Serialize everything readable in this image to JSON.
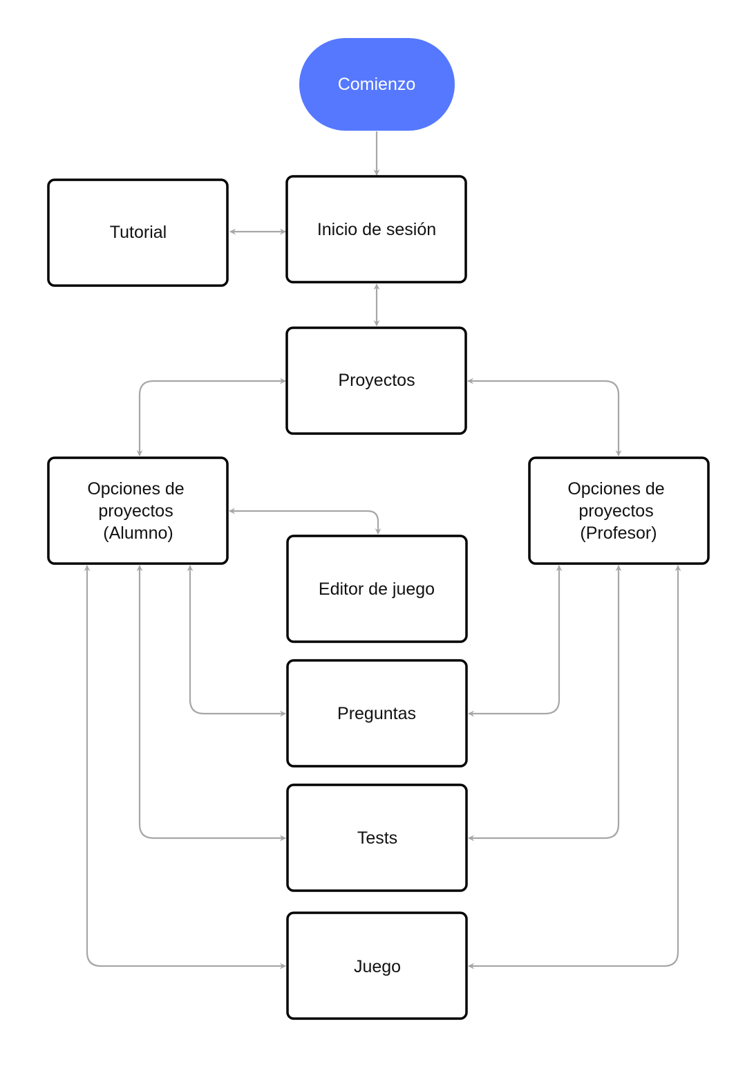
{
  "nodes": {
    "comienzo": {
      "label": "Comienzo",
      "color": "#5578ff",
      "shape": "rounded-pill"
    },
    "tutorial": {
      "label": "Tutorial"
    },
    "inicio_sesion": {
      "label": "Inicio de sesión"
    },
    "proyectos": {
      "label": "Proyectos"
    },
    "opciones_alumno": {
      "lines": [
        "Opciones de",
        "proyectos",
        "(Alumno)"
      ]
    },
    "opciones_profesor": {
      "lines": [
        "Opciones de",
        "proyectos",
        "(Profesor)"
      ]
    },
    "editor_juego": {
      "label": "Editor de juego"
    },
    "preguntas": {
      "label": "Preguntas"
    },
    "tests": {
      "label": "Tests"
    },
    "juego": {
      "label": "Juego"
    }
  },
  "edges": [
    {
      "from": "comienzo",
      "to": "inicio_sesion",
      "direction": "one-way"
    },
    {
      "from": "tutorial",
      "to": "inicio_sesion",
      "direction": "both"
    },
    {
      "from": "inicio_sesion",
      "to": "proyectos",
      "direction": "both"
    },
    {
      "from": "proyectos",
      "to": "opciones_alumno",
      "direction": "both"
    },
    {
      "from": "proyectos",
      "to": "opciones_profesor",
      "direction": "both"
    },
    {
      "from": "opciones_alumno",
      "to": "editor_juego",
      "direction": "both"
    },
    {
      "from": "opciones_alumno",
      "to": "preguntas",
      "direction": "both"
    },
    {
      "from": "opciones_alumno",
      "to": "tests",
      "direction": "both"
    },
    {
      "from": "opciones_alumno",
      "to": "juego",
      "direction": "both"
    },
    {
      "from": "opciones_profesor",
      "to": "preguntas",
      "direction": "both"
    },
    {
      "from": "opciones_profesor",
      "to": "tests",
      "direction": "both"
    },
    {
      "from": "opciones_profesor",
      "to": "juego",
      "direction": "both"
    }
  ],
  "colors": {
    "edge": "#a6a6a6",
    "node_border": "#000000",
    "start_fill": "#5578ff"
  }
}
